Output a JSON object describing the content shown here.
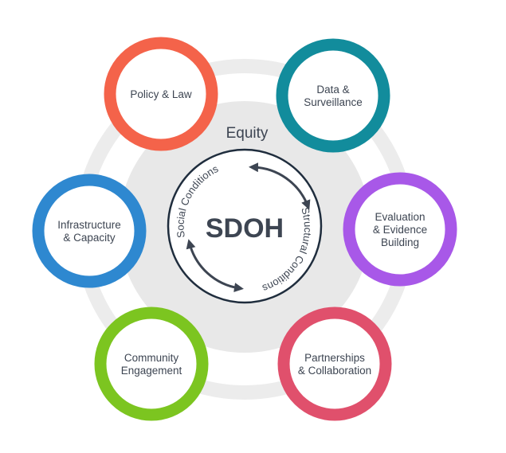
{
  "center": {
    "title": "SDOH",
    "arc_top": "Social Conditions",
    "arc_right": "Structural Conditions",
    "border_color": "#1f2d3d"
  },
  "equity_label": "Equity",
  "nodes": [
    {
      "id": "policy",
      "lines": [
        "Policy & Law"
      ],
      "color": "#f4634a"
    },
    {
      "id": "data",
      "lines": [
        "Data &",
        "Surveillance"
      ],
      "color": "#128c9c"
    },
    {
      "id": "evaluation",
      "lines": [
        "Evaluation",
        "& Evidence",
        "Building"
      ],
      "color": "#a858e8"
    },
    {
      "id": "partnerships",
      "lines": [
        "Partnerships",
        "& Collaboration"
      ],
      "color": "#e0506c"
    },
    {
      "id": "community",
      "lines": [
        "Community",
        "Engagement"
      ],
      "color": "#7cc520"
    },
    {
      "id": "infrastructure",
      "lines": [
        "Infrastructure",
        "& Capacity"
      ],
      "color": "#2e88d0"
    }
  ]
}
